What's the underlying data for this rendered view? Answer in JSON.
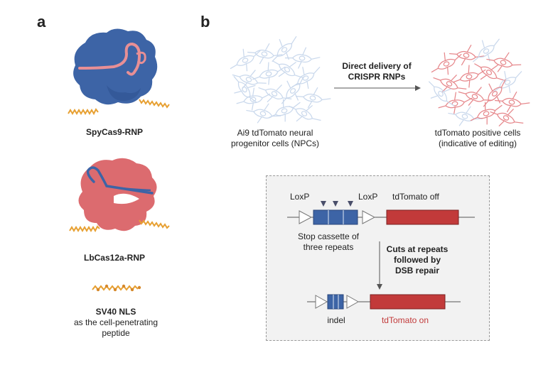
{
  "panel_a": {
    "label": "a",
    "spycas9_caption": "SpyCas9-RNP",
    "lbcas12a_caption": "LbCas12a-RNP",
    "nls_caption": "SV40 NLS",
    "nls_desc_1": "as the cell-penetrating",
    "nls_desc_2": "peptide"
  },
  "panel_b": {
    "label": "b",
    "delivery_label_1": "Direct delivery of",
    "delivery_label_2": "CRISPR RNPs",
    "left_cells_1": "Ai9 tdTomato neural",
    "left_cells_2": "progenitor cells (NPCs)",
    "right_cells_1": "tdTomato positive cells",
    "right_cells_2": "(indicative of editing)",
    "loxp_left": "LoxP",
    "loxp_right": "LoxP",
    "tdtomato_off": "tdTomato off",
    "stop_cassette_1": "Stop cassette of",
    "stop_cassette_2": "three repeats",
    "cuts_1": "Cuts at repeats",
    "cuts_2": "followed by",
    "cuts_3": "DSB repair",
    "indel": "indel",
    "tdtomato_on": "tdTomato on"
  },
  "colors": {
    "cas9_blue": "#3d64a6",
    "cas12_red": "#dc6b6f",
    "rna_pink": "#e88f95",
    "peptide_orange": "#e7a032",
    "cell_blue": "#c9d8ec",
    "cell_red": "#e6878b",
    "tdtomato_red": "#c23a3a",
    "stop_blue": "#3d64a6",
    "box_bg": "#f2f2f2"
  }
}
